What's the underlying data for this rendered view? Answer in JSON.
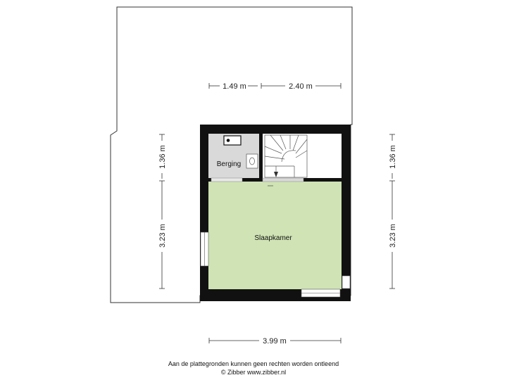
{
  "dimensions": {
    "top_left": "1.49 m",
    "top_right": "2.40 m",
    "left_upper": "1.36 m",
    "left_lower": "3.23 m",
    "right_upper": "1.36 m",
    "right_lower": "3.23 m",
    "bottom": "3.99 m"
  },
  "rooms": {
    "storage": "Berging",
    "bedroom": "Slaapkamer"
  },
  "colors": {
    "bedroom_fill": "#cfe3b4",
    "storage_fill": "#d9d9d9",
    "wall": "#111111",
    "outline": "#333333"
  },
  "footer": {
    "disclaimer": "Aan de plattegronden kunnen geen rechten worden ontleend",
    "credit": "© Zibber www.zibber.nl"
  }
}
